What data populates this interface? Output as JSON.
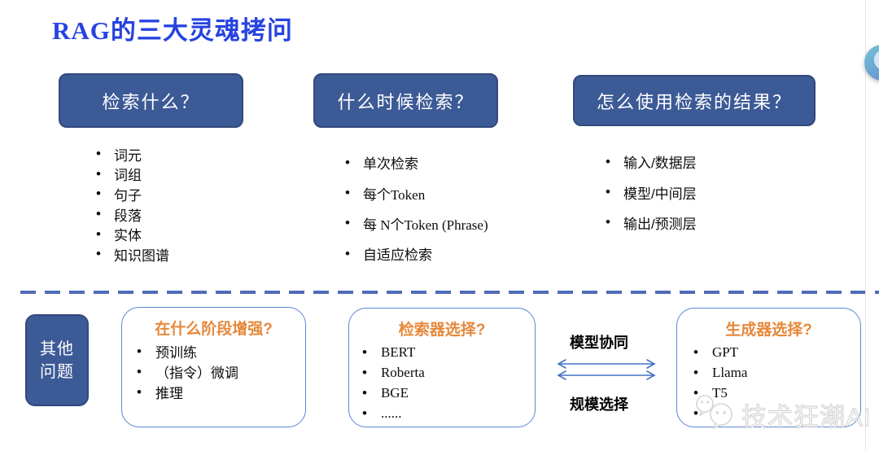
{
  "title": "RAG的三大灵魂拷问",
  "top_sections": [
    {
      "header": "检索什么？",
      "items": [
        "词元",
        "词组",
        "句子",
        "段落",
        "实体",
        "知识图谱"
      ]
    },
    {
      "header": "什么时候检索？",
      "items": [
        "单次检索",
        "每个Token",
        "每 N个Token (Phrase)",
        "自适应检索"
      ]
    },
    {
      "header": "怎么使用检索的结果？",
      "items": [
        "输入/数据层",
        "模型/中间层",
        "输出/预测层"
      ]
    }
  ],
  "other_section": {
    "label_line1": "其他",
    "label_line2": "问题",
    "boxes": [
      {
        "header": "在什么阶段增强?",
        "items": [
          "预训练",
          "（指令）微调",
          "推理"
        ]
      },
      {
        "header": "检索器选择?",
        "items": [
          "BERT",
          "Roberta",
          "BGE",
          "......"
        ]
      },
      {
        "header": "生成器选择?",
        "items": [
          "GPT",
          "Llama",
          "T5",
          ""
        ]
      }
    ],
    "connector": {
      "top_label": "模型协同",
      "bottom_label": "规模选择"
    }
  },
  "watermark": {
    "text": "技术狂潮AI",
    "icon": "wechat-logo"
  },
  "colors": {
    "title_blue": "#2743e0",
    "header_box_blue": "#3c5a96",
    "accent_orange": "#e6883a",
    "divider_blue": "#4f6cb8",
    "outline_blue": "#5b85d6",
    "arrow_blue": "#4472c4"
  }
}
